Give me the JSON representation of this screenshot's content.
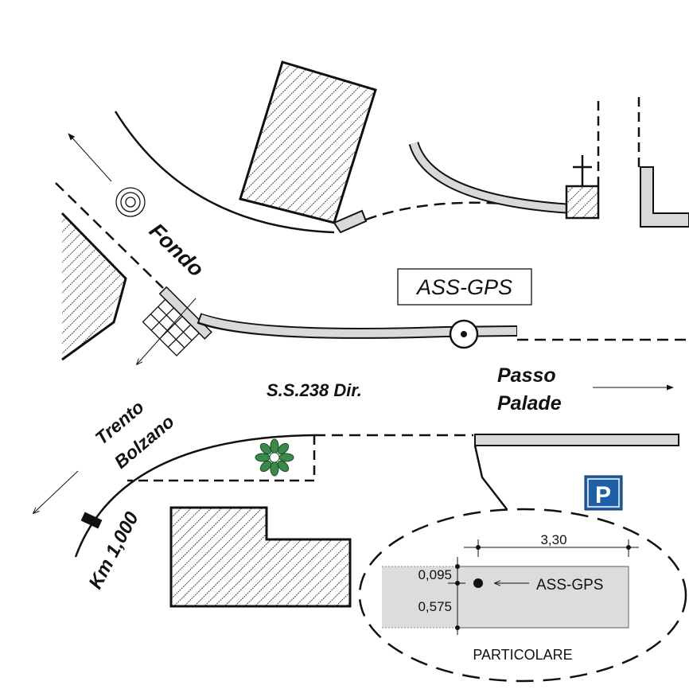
{
  "labels": {
    "fondo": "Fondo",
    "road_name": "S.S.238 Dir.",
    "passo": "Passo",
    "palade": "Palade",
    "trento": "Trento",
    "bolzano": "Bolzano",
    "km": "Km 1,000",
    "marker_box": "ASS-GPS",
    "parking": "P"
  },
  "detail": {
    "title": "PARTICOLARE",
    "width_dim": "3,30",
    "offset_top": "0,095",
    "offset_bottom": "0,575",
    "point_label": "ASS-GPS"
  },
  "colors": {
    "wall_fill": "#d9d9d9",
    "parking_blue": "#1f5fa8",
    "bush_green": "#3a8a4a"
  }
}
